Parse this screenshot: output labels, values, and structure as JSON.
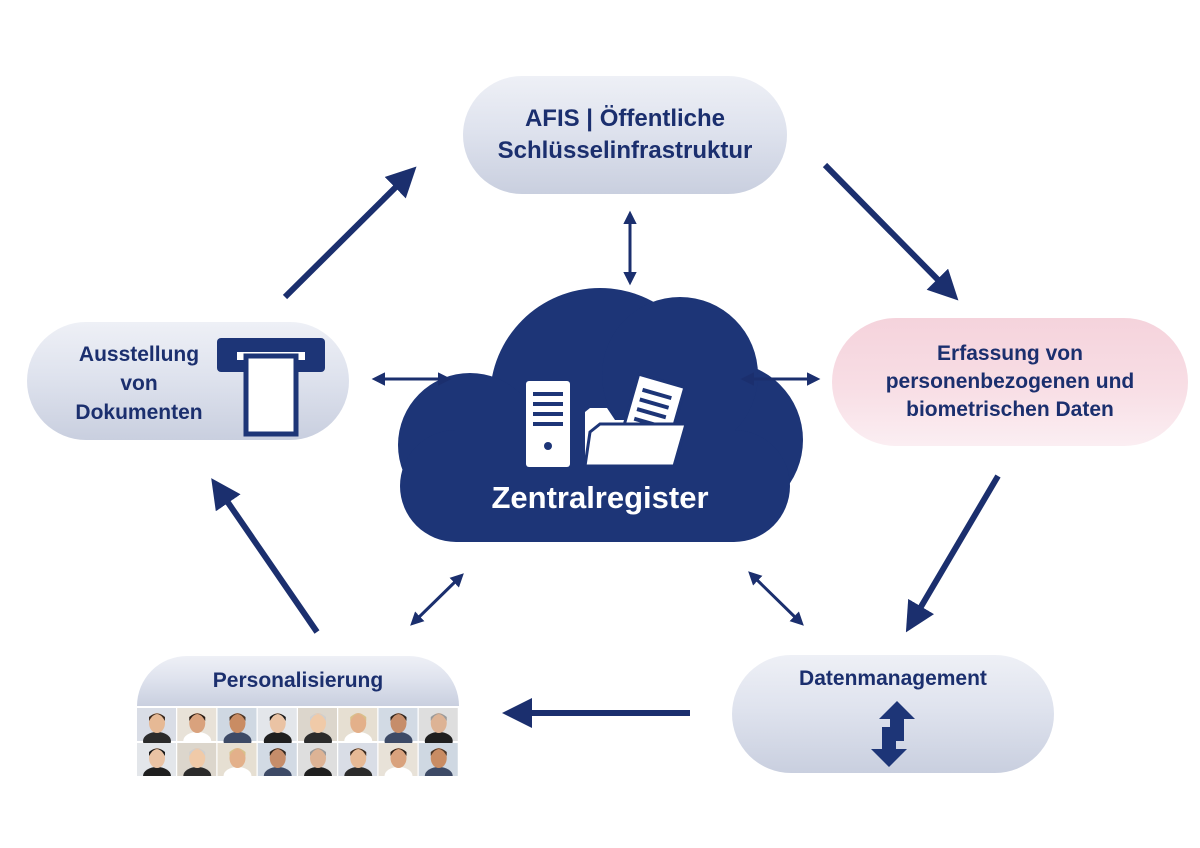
{
  "diagram": {
    "center": {
      "title": "Zentralregister"
    },
    "nodes": {
      "afis": {
        "line1": "AFIS | Öffentliche",
        "line2": "Schlüsselinfrastruktur"
      },
      "erfassung": {
        "line1": "Erfassung von",
        "line2": "personenbezogenen und",
        "line3": "biometrischen Daten"
      },
      "ausstellung": {
        "line1": "Ausstellung",
        "line2": "von",
        "line3": "Dokumenten"
      },
      "datenmanagement": {
        "label": "Datenmanagement"
      },
      "personalisierung": {
        "label": "Personalisierung"
      }
    },
    "icons": [
      "server-icon",
      "folder-document-icon",
      "document-dispenser-icon",
      "swap-arrows-icon",
      "portrait-photo-icon"
    ],
    "colors": {
      "navy": "#1b2f6e",
      "cloud": "#1d3577",
      "pill_grey": "#d9deea",
      "pill_pink": "#f6d6df"
    }
  }
}
